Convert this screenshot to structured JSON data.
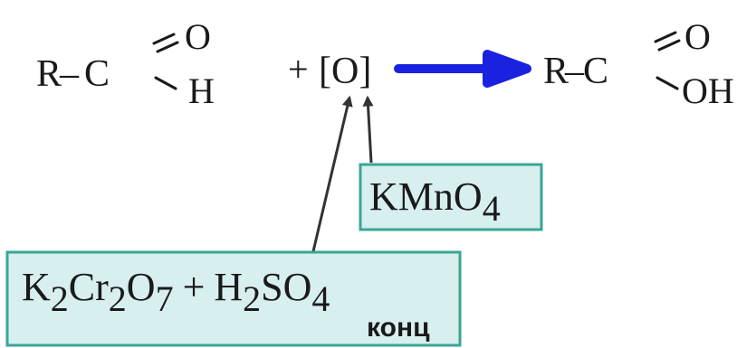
{
  "colors": {
    "main_arrow": "#1a22e0",
    "reagent_box_fill": "#d7efee",
    "reagent_box_border": "#3aa596"
  },
  "aldehyde": {
    "r": "R",
    "bond": "–",
    "c": "C",
    "o": "O",
    "h": "H"
  },
  "plus": "+",
  "oxidant": "[O]",
  "acid": {
    "r": "R",
    "bond": "–",
    "c": "C",
    "o": "O",
    "oh": "OH"
  },
  "reagent1": {
    "k": "K",
    "k_sub": "2",
    "cr": "Cr",
    "cr_sub": "2",
    "o": "O",
    "o_sub": "7",
    "plus": "+",
    "h": "H",
    "h_sub": "2",
    "so": "SO",
    "so_sub": "4",
    "note": "конц"
  },
  "reagent2": {
    "kmno": "KMnO",
    "kmno_sub": "4"
  }
}
